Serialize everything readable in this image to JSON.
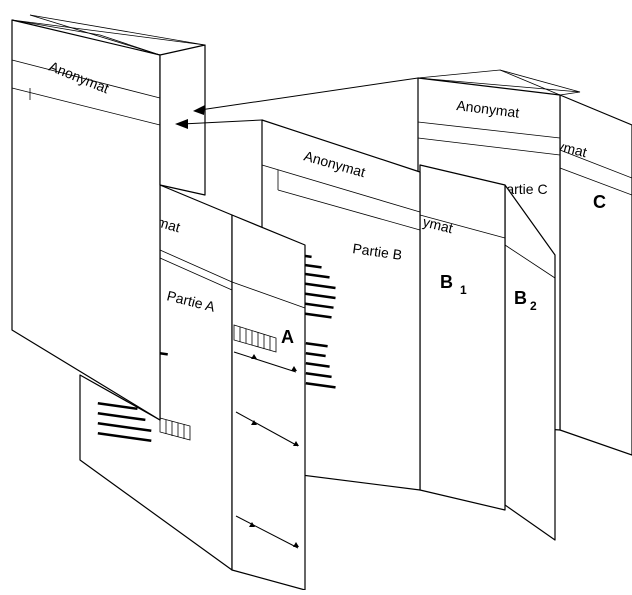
{
  "figure": {
    "anonymat_label": "Anonymat",
    "anonymat_partial": "ymat",
    "anonymat_partial_a": "mat",
    "partie_a": "Partie A",
    "partie_b": "Partie B",
    "partie_c": "Partie C",
    "letter_a": "A",
    "letter_b": "B",
    "letter_c": "C",
    "sub_1": "1",
    "sub_2": "2"
  }
}
